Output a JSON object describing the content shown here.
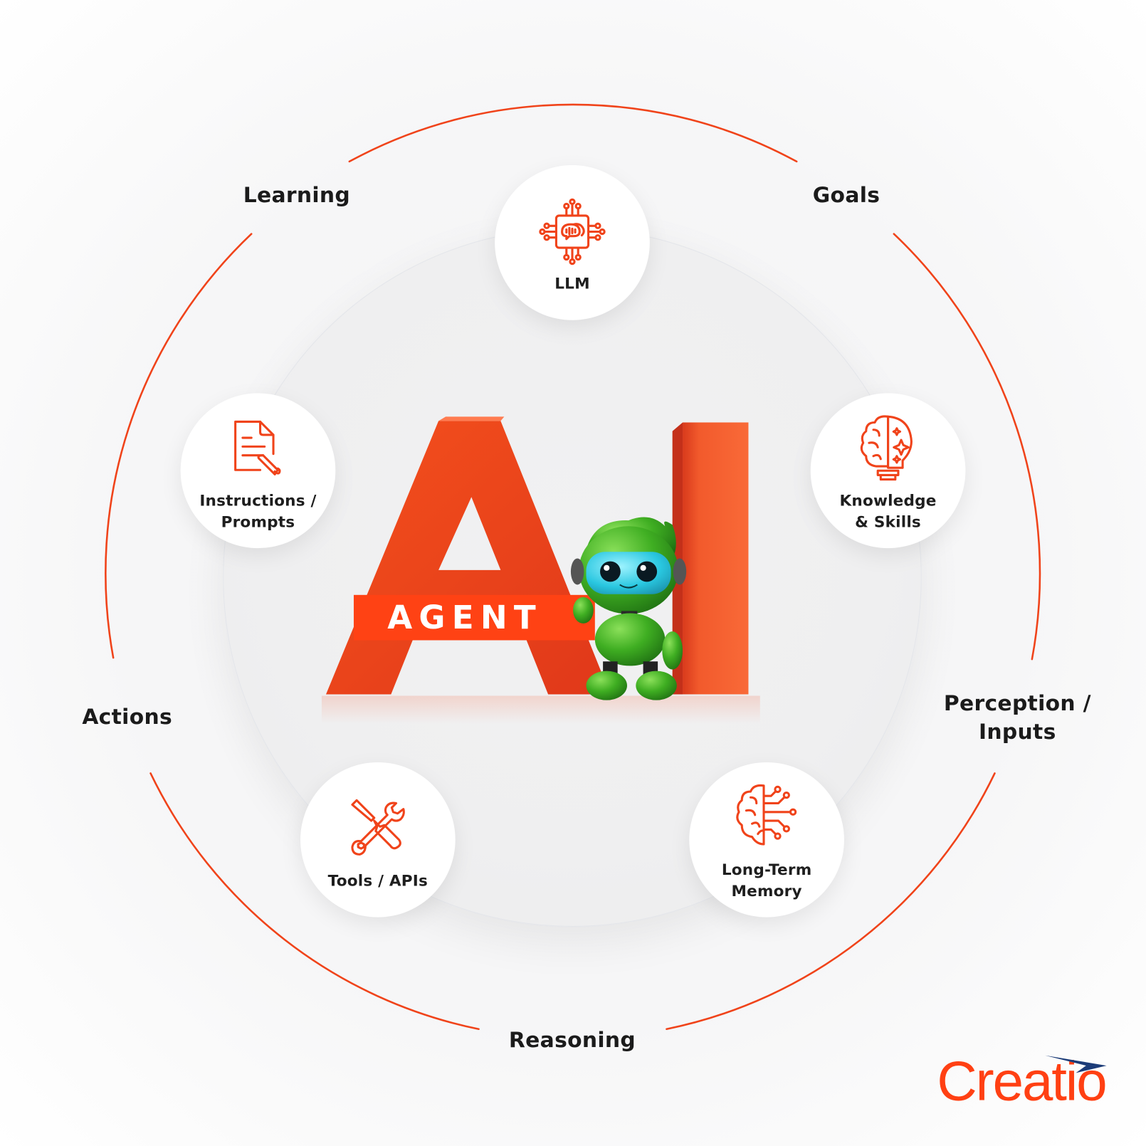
{
  "diagram": {
    "title_graphic": {
      "letters": "AI",
      "tag": "AGENT",
      "mascot": "green-robot"
    },
    "core_components": [
      {
        "id": "llm",
        "label": "LLM",
        "icon": "chip-chat-icon"
      },
      {
        "id": "knowledge",
        "label_line1": "Knowledge",
        "label_line2": "& Skills",
        "icon": "brain-bulb-icon"
      },
      {
        "id": "memory",
        "label_line1": "Long-Term",
        "label_line2": "Memory",
        "icon": "brain-circuit-icon"
      },
      {
        "id": "tools",
        "label": "Tools / APIs",
        "icon": "wrench-screwdriver-icon"
      },
      {
        "id": "instructions",
        "label_line1": "Instructions /",
        "label_line2": "Prompts",
        "icon": "document-pen-icon"
      }
    ],
    "cycle_stages": [
      {
        "id": "goals",
        "label": "Goals"
      },
      {
        "id": "perception",
        "label_line1": "Perception /",
        "label_line2": "Inputs"
      },
      {
        "id": "reasoning",
        "label": "Reasoning"
      },
      {
        "id": "actions",
        "label": "Actions"
      },
      {
        "id": "learning",
        "label": "Learning"
      }
    ]
  },
  "brand": {
    "name": "Creatio"
  },
  "colors": {
    "accent": "#ff4214",
    "ring": "#f0431a",
    "text": "#1b1b1b",
    "mascot_green": "#3fae22",
    "brand_arrow": "#1c3c78"
  }
}
